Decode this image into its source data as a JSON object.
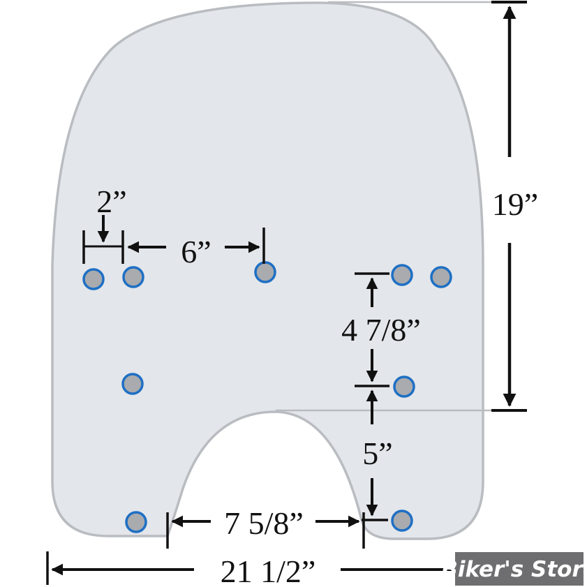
{
  "dimensions": {
    "height": "19”",
    "width": "21 1/2”",
    "hole_offset": "2”",
    "hole_spacing": "6”",
    "vertical_hole_spacing": "4 7/8”",
    "lower_hole_spacing": "5”",
    "notch_width": "7 5/8”"
  },
  "colors": {
    "shield_fill": "#e3e6ea",
    "shield_outline": "#b9bcc0",
    "hole_fill": "#a9abae",
    "hole_ring": "#1e6fc4",
    "line": "#111111",
    "watermark_bg": "#6e6e70"
  },
  "watermark": {
    "text": "Biker's Store"
  }
}
